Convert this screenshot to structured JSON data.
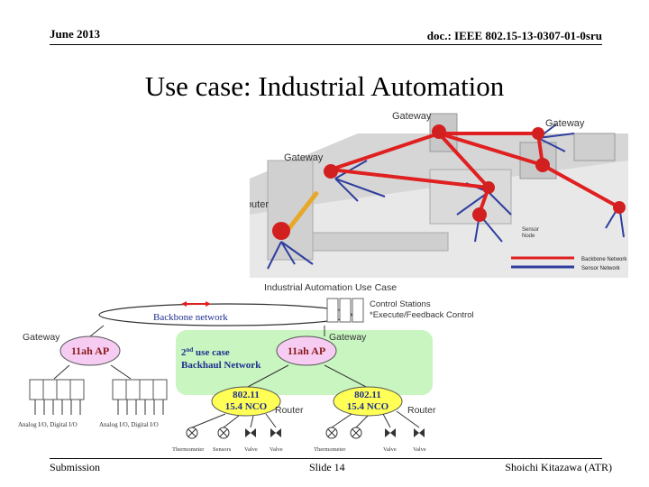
{
  "header": {
    "date": "June 2013",
    "doc": "doc.: IEEE 802.15-13-0307-01-0sru"
  },
  "title": "Use case: Industrial Automation",
  "footer": {
    "left": "Submission",
    "center": "Slide 14",
    "right": "Shoichi Kitazawa (ATR)"
  },
  "top_figure": {
    "labels": {
      "gateway_top": "Gateway",
      "gateway_right": "Gateway",
      "gateway_left": "Gateway",
      "router": "Router",
      "sensor_node_1": "Sensor",
      "sensor_node_2": "Node"
    },
    "legend": {
      "backbone": "Backbone Network",
      "sensor": "Sensor Network"
    },
    "caption": "Industrial Automation Use Case",
    "colors": {
      "backbone": "#e02020",
      "sensor": "#2f3e9e",
      "router_link": "#e7a82a",
      "node": "#d21f1f"
    }
  },
  "bottom_figure": {
    "backbone_label": "Backbone network",
    "control": {
      "line1": "Control Stations",
      "line2": "*Execute/Feedback Control"
    },
    "gateway_left": "Gateway",
    "gateway_right": "Gateway",
    "ap_left": "11ah AP",
    "ap_right": "11ah AP",
    "usecase_line1_num": "2",
    "usecase_line1_sup": "nd",
    "usecase_line1_rest": " use case",
    "usecase_line2": "Backhaul Network",
    "router1": {
      "line1": "802.11",
      "line2": "15.4 NCO",
      "label": "Router"
    },
    "router2": {
      "line1": "802.11",
      "line2": "15.4 NCO",
      "label": "Router"
    },
    "io_label_left": "Analog I/O, Digital I/O",
    "io_label_right": "Analog I/O, Digital I/O",
    "device_labels_1": [
      "Thermometer",
      "Sensors",
      "Valve",
      "Valve"
    ],
    "device_labels_2": [
      "Thermometer",
      "Valve",
      "Valve"
    ],
    "colors": {
      "ap_fill": "#f6ccf2",
      "backhaul_fill": "#c8f5c0",
      "router_fill": "#ffff55",
      "text_blue": "#1f2f8f",
      "ap_text": "#8b1a1a"
    }
  }
}
